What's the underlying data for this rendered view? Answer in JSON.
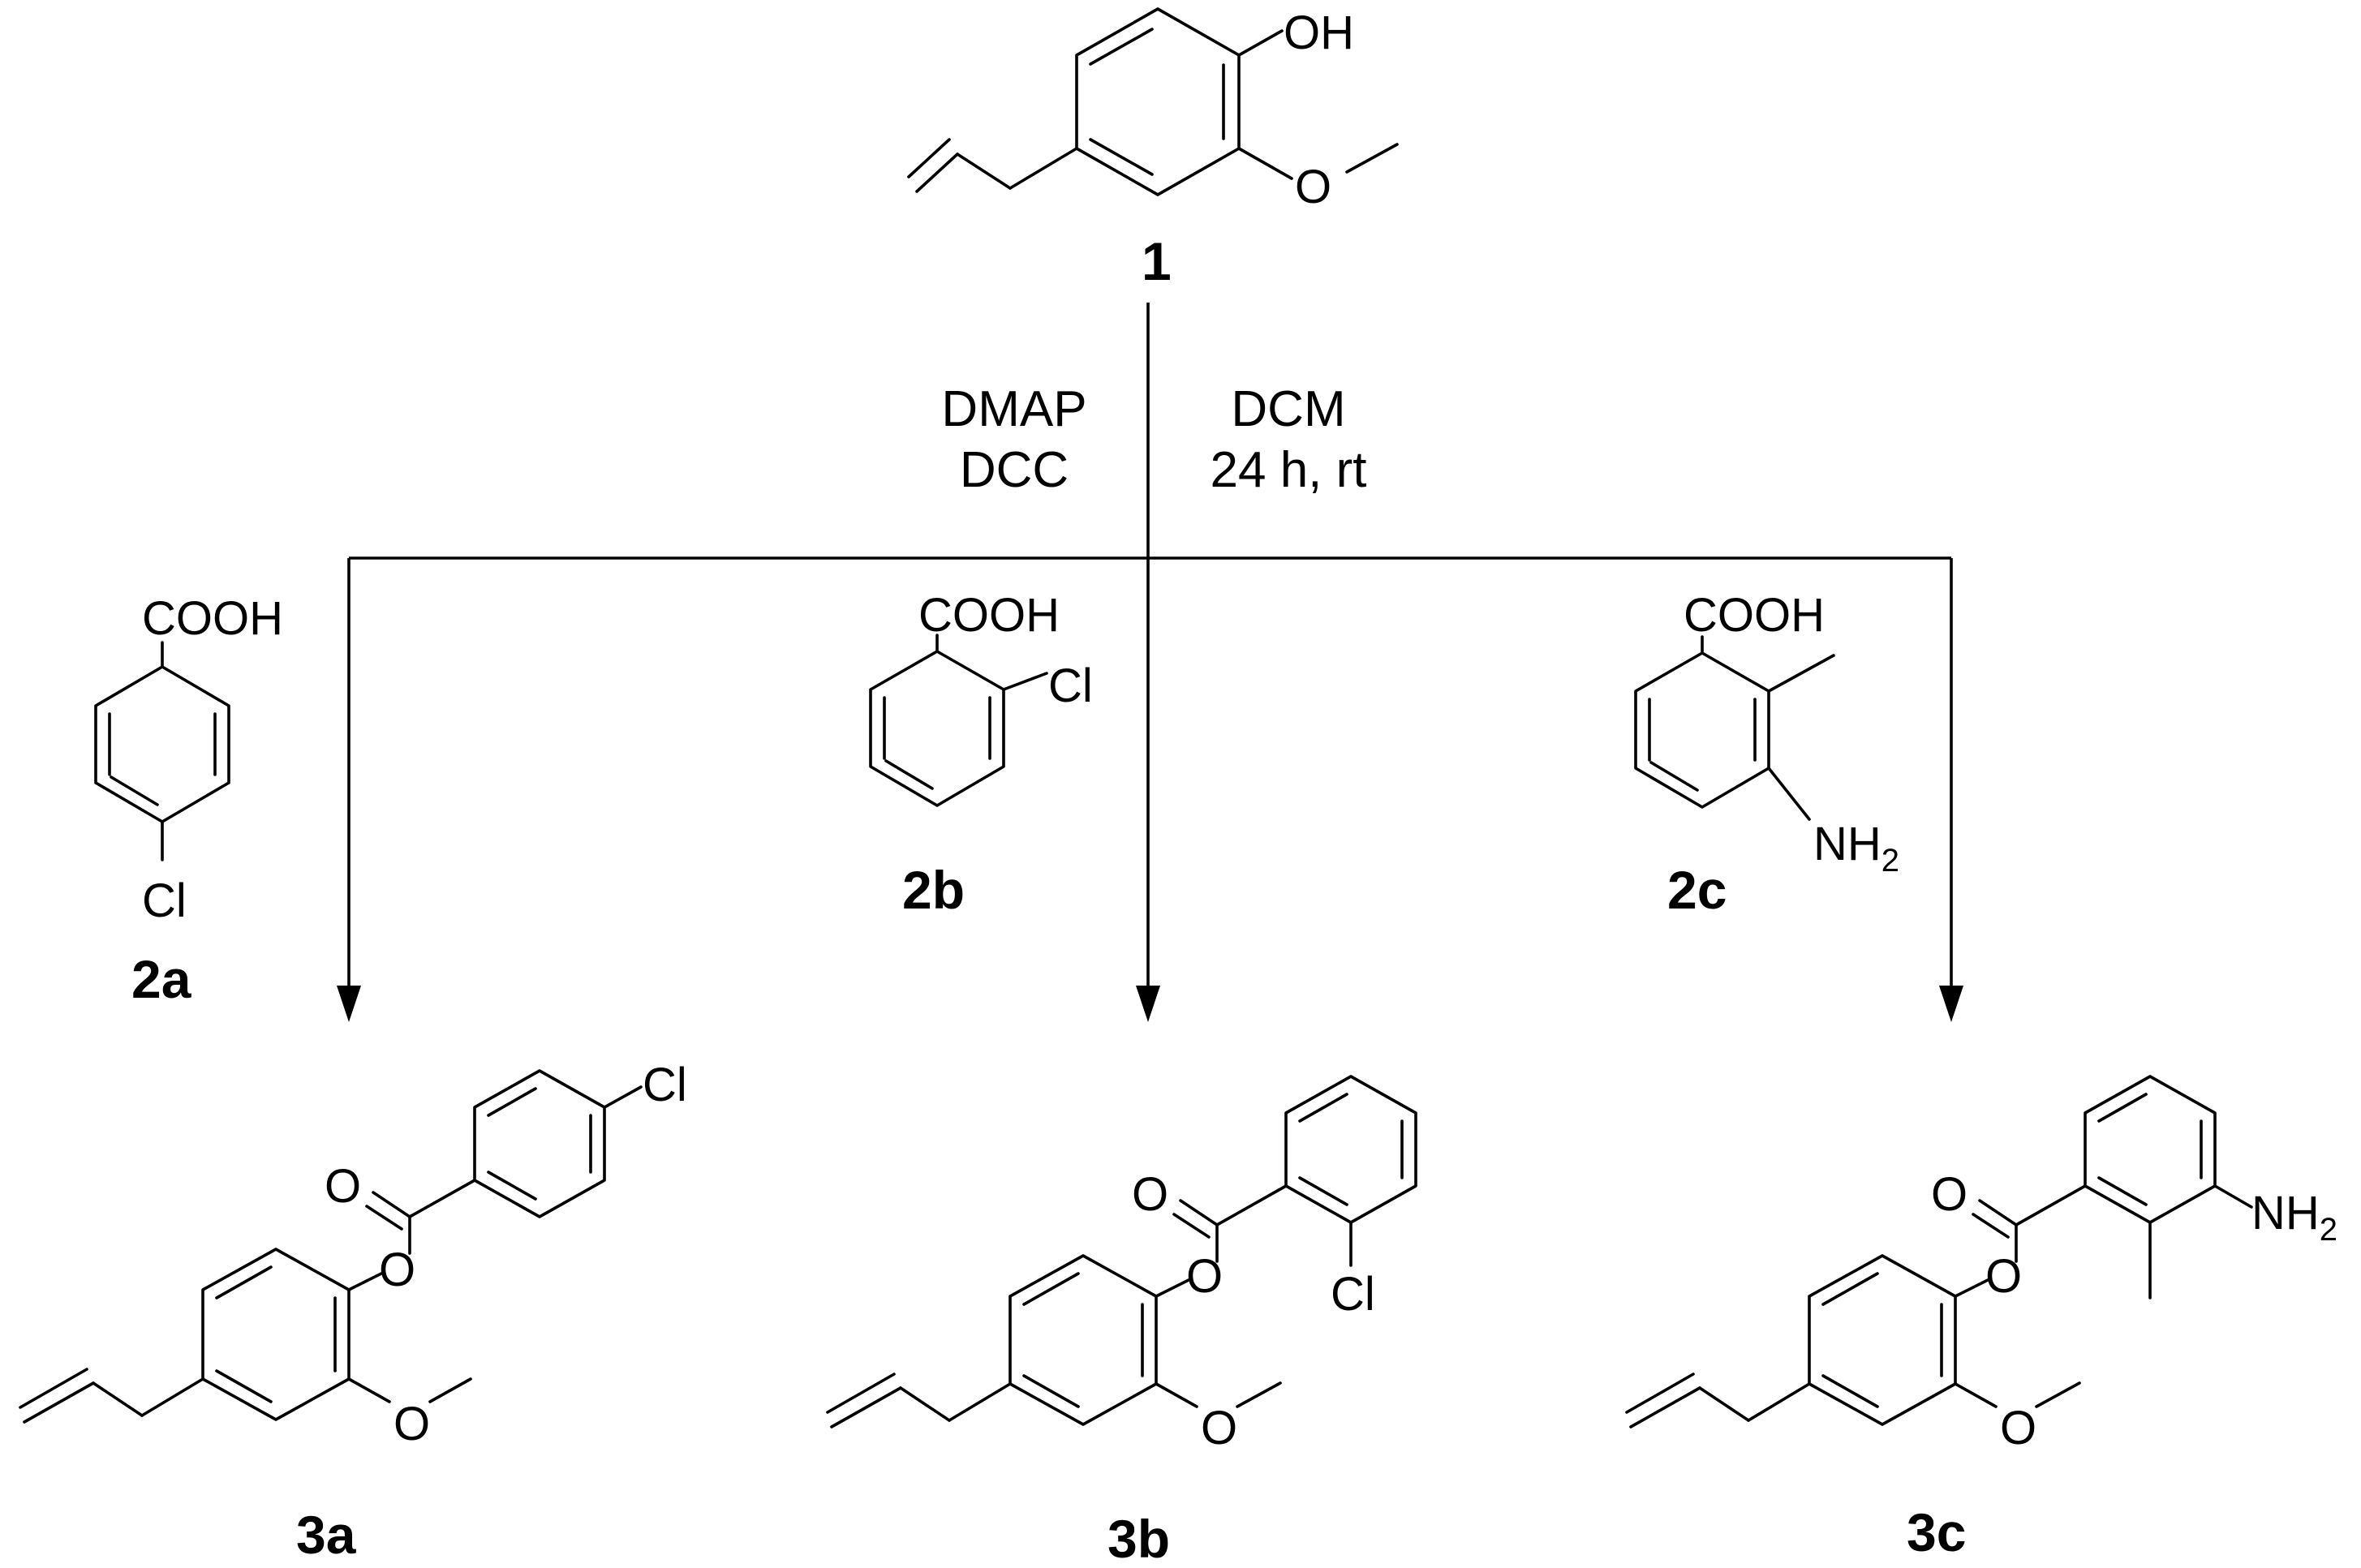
{
  "compounds": {
    "c1": {
      "label": "1",
      "oh": "OH",
      "ome": "O"
    },
    "c2a": {
      "label": "2a",
      "acid": "COOH",
      "cl": "Cl"
    },
    "c2b": {
      "label": "2b",
      "acid": "COOH",
      "cl": "Cl"
    },
    "c2c": {
      "label": "2c",
      "acid": "COOH",
      "nh": "NH",
      "sub2": "2"
    },
    "c3a": {
      "label": "3a",
      "o_ester": "O",
      "o_carbonyl": "O",
      "ome": "O",
      "cl": "Cl"
    },
    "c3b": {
      "label": "3b",
      "o_ester": "O",
      "o_carbonyl": "O",
      "ome": "O",
      "cl": "Cl"
    },
    "c3c": {
      "label": "3c",
      "o_ester": "O",
      "o_carbonyl": "O",
      "ome": "O",
      "nh": "NH",
      "sub2": "2"
    }
  },
  "conditions": {
    "left": [
      "DMAP",
      "DCC"
    ],
    "right": [
      "DCM",
      "24 h, rt"
    ]
  }
}
